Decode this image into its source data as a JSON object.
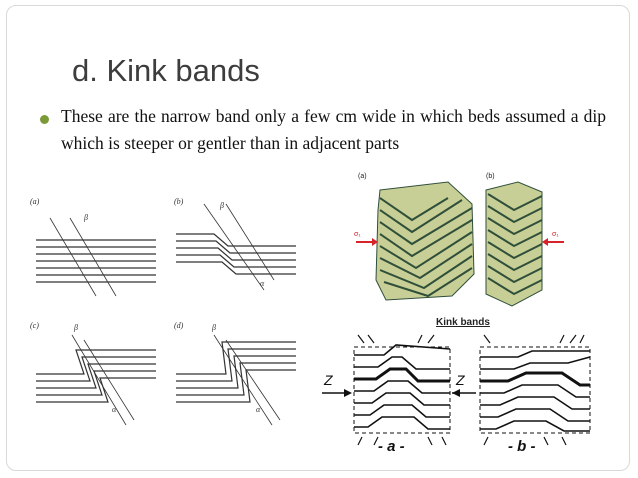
{
  "slide": {
    "title": "d. Kink bands",
    "bullet_text": "These are the narrow band only a few cm wide in which beds assumed a dip which is steeper or gentler than in adjacent parts"
  },
  "figure_left": {
    "panel_labels": [
      "(a)",
      "(b)",
      "(c)",
      "(d)"
    ],
    "beta": "β",
    "alpha": "α"
  },
  "figure_top_right": {
    "panel_labels": [
      "(a)",
      "(b)"
    ],
    "stress_label": "σ₁",
    "caption": "Kink bands",
    "colors": {
      "fill": "#c8cf96",
      "line": "#2f4f3a",
      "arrow": "#d9232b"
    }
  },
  "figure_bottom_right": {
    "panel_labels": [
      "- a -",
      "- b -"
    ],
    "axis_label": "Z"
  },
  "colors": {
    "bullet": "#7a9a37",
    "frame": "#d9d9d9"
  }
}
